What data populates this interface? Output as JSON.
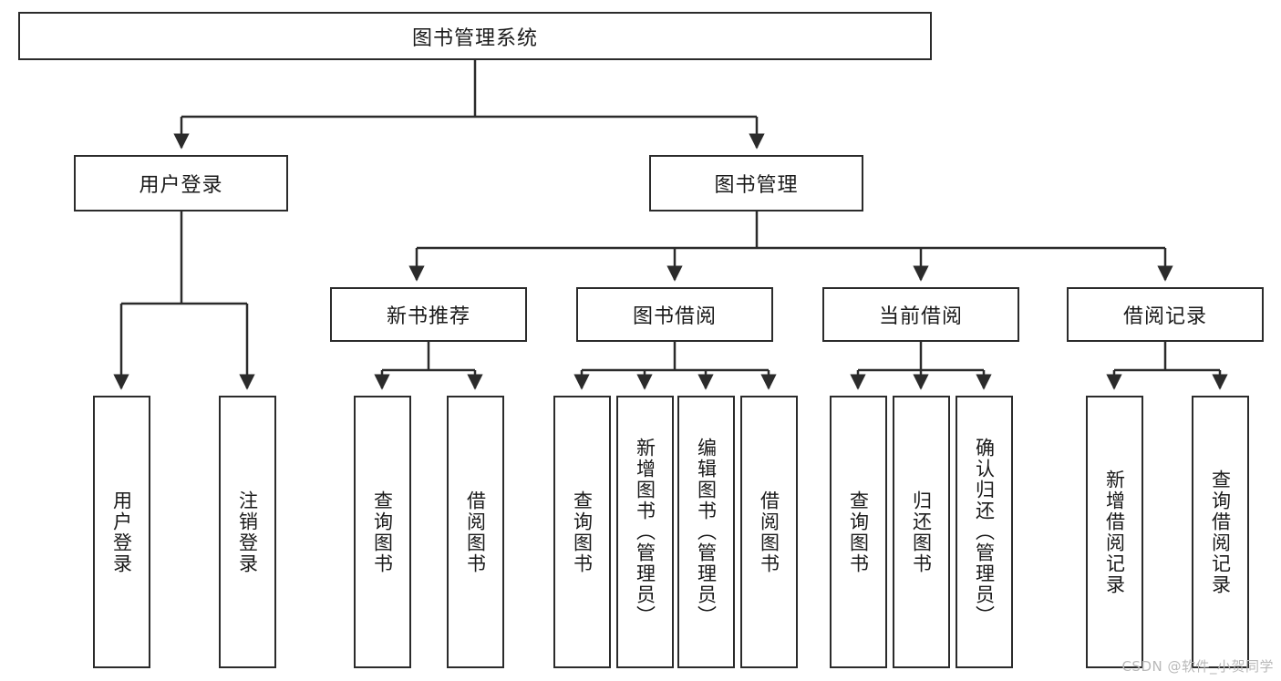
{
  "diagram": {
    "title_node": {
      "label": "图书管理系统"
    },
    "level1": [
      {
        "id": "user-login",
        "label": "用户登录"
      },
      {
        "id": "book-management",
        "label": "图书管理"
      }
    ],
    "level2": [
      {
        "id": "new-book-recommend",
        "label": "新书推荐"
      },
      {
        "id": "book-borrow",
        "label": "图书借阅"
      },
      {
        "id": "current-borrow",
        "label": "当前借阅"
      },
      {
        "id": "borrow-record",
        "label": "借阅记录"
      }
    ],
    "leaves": {
      "user_login": [
        {
          "id": "leaf-user-login",
          "label": "用户登录"
        },
        {
          "id": "leaf-logout",
          "label": "注销登录"
        }
      ],
      "new_book_recommend": [
        {
          "id": "leaf-query-book-1",
          "label": "查询图书"
        },
        {
          "id": "leaf-borrow-book-1",
          "label": "借阅图书"
        }
      ],
      "book_borrow": [
        {
          "id": "leaf-query-book-2",
          "label": "查询图书"
        },
        {
          "id": "leaf-add-book",
          "label": "新增图书（管理员）"
        },
        {
          "id": "leaf-edit-book",
          "label": "编辑图书（管理员）"
        },
        {
          "id": "leaf-borrow-book-2",
          "label": "借阅图书"
        }
      ],
      "current_borrow": [
        {
          "id": "leaf-query-book-3",
          "label": "查询图书"
        },
        {
          "id": "leaf-return-book",
          "label": "归还图书"
        },
        {
          "id": "leaf-confirm-return",
          "label": "确认归还（管理员）"
        }
      ],
      "borrow_record": [
        {
          "id": "leaf-add-record",
          "label": "新增借阅记录"
        },
        {
          "id": "leaf-query-record",
          "label": "查询借阅记录"
        }
      ]
    }
  },
  "watermark": {
    "text": "CSDN @软件_小贺同学"
  },
  "colors": {
    "stroke": "#2b2b2b",
    "background": "#ffffff",
    "text": "#1a1a1a",
    "watermark": "#b9b9b9"
  }
}
